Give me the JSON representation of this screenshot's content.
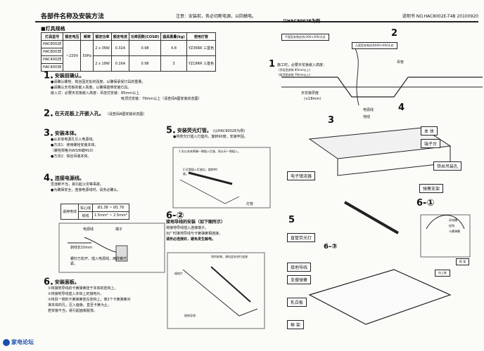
{
  "header": {
    "title": "各部件名称及安装方法",
    "note": "注意：安装前，务必切断电源，以防触电。",
    "doc": "说明书 NO.HAC8002E-T4B 20100920"
  },
  "spec": {
    "heading": "■灯具规格",
    "columns": [
      "灯具型号",
      "额定电压",
      "频率",
      "额定功率",
      "额定电流",
      "功率因数(COSØ)",
      "器具重量(kg)",
      "使用灯管"
    ],
    "rows": [
      [
        "HAC8002E",
        "~220V",
        "50Hz",
        "2 x 36W",
        "0.32A",
        "0.98",
        "4.8",
        "YZ36RR 三基色"
      ],
      [
        "HAC8003E",
        "",
        "",
        "",
        "",
        "",
        "",
        ""
      ],
      [
        "HAC4002E",
        "",
        "",
        "2 x 18W",
        "0.16A",
        "0.98",
        "3",
        "YZ18RR 三基色"
      ],
      [
        "HAC4003E",
        "",
        "",
        "",
        "",
        "",
        "",
        ""
      ]
    ]
  },
  "sections": {
    "s1": {
      "num": "1.",
      "title": "安装前确认。",
      "lines": [
        "●请确认螺栓、铁丝固定处的强度，以确保承受灯具的重量。",
        "●请确认天花板的嵌入高度，以确保能够安装灯具。",
        "嵌入式：必要天花板嵌入高度：吊挂式安装：85mm以上",
        "吸顶式安装：79mm以上（请查阅A图安装状态图）"
      ]
    },
    "s2": {
      "num": "2.",
      "title": "在天花板上开嵌入孔。",
      "note": "（请查阅A图安装状态图）"
    },
    "s3": {
      "num": "3.",
      "title": "安装本体。",
      "lines": [
        "●从本体电源孔引入电源线。",
        "●方法1：使用螺栓安装本体。",
        "（螺栓规格为W3/8或M10）",
        "●方法2：铁丝吊装本体。"
      ]
    },
    "s4": {
      "num": "4.",
      "title": "连接电源线。",
      "lines": [
        "否连断不当，易引起火灾等事故。",
        "●为确保安全，连接电源线时，请务必确认。"
      ]
    },
    "s5": {
      "num": "5.",
      "title": "安装荧光灯管。",
      "sub": "(以HAC8002E为例)",
      "lines": [
        "●将荧光灯插入灯座内，旋转90度，安装牢固。"
      ]
    },
    "s6a": {
      "num": "6-②",
      "title": "接地导线的安装（如下图所示）",
      "lines": [
        "将接地导线插入连接端子。",
        "出厂时接地导线与卡簧弹簧相连接，",
        "请务必连接好，避免发生触电。"
      ]
    },
    "s6": {
      "num": "6.",
      "title": "安装面板。",
      "lines": [
        "①将接地导线的卡簧弹簧挂于本体的挂钩上。",
        "②将接地导线插入本体上的接地片。",
        "③将另一侧的卡簧弹簧挂在挂钩上，使2个卡簧弹簧对",
        "准本体的孔，压入面板。直至卡簧为止，",
        "若安装不当，易引起面板脱落。"
      ]
    }
  },
  "cable_table": {
    "r1": [
      "适用电线",
      "实心线",
      "Ø1.38 ~ Ø1.78"
    ],
    "r2": [
      "",
      "绞线",
      "1.5mm² ~ 2.5mm²"
    ]
  },
  "small_labels": {
    "power_line": "电源线",
    "terminal": "端子",
    "strip_len": "剥线长10mm",
    "screw_note": "螺钉已松开，插入电源线，用改锥拧紧。",
    "step5a": "1.先以本体两端一侧插入灯座，再从另一侧插入。",
    "step5b": "2.灯管插入灯座后，旋转90度。",
    "lamp": "灯管",
    "ground_wire": "接地导线",
    "clip": "卡簧",
    "ground_plate": "接地片",
    "ground_note": "如何安装，请在此处进行连接",
    "ground_line": "接地导线"
  },
  "diagram": {
    "title": "以HAC8002E为例",
    "caption_a": "平面型安装适合(300×300)天花",
    "caption_b": "凸面型安装适合600×600天花",
    "mount_note1": "施工时，必要天花板嵌入高度：",
    "mount_note2": "(吊挂型安装 85mm以上)",
    "mount_note3": "(吸顶型安装 79mm以上)",
    "ceiling_thick": "天花板厚度",
    "ceiling_val": "(≤18mm)",
    "wire": "吊管",
    "power": "电源线",
    "ground": "地线",
    "body": "本 体",
    "terminal_block": "端子台",
    "wire_hook": "铁丝吊装孔",
    "ballast": "电子镇流器",
    "spring": "弹簧支架",
    "tube": "直管荧光灯",
    "ground_lead": "接地导线",
    "support_spring": "支撑弹簧",
    "diffuser": "乳白板",
    "frame": "框 架",
    "hook_ground": "导电槽",
    "hook_a": "挂钩",
    "hook_b": "卡簧弹簧",
    "hook_c": "框 架",
    "hook_d": "向上推",
    "n1": "1",
    "n2": "2",
    "n3": "3",
    "n4": "4",
    "n5": "5",
    "n6": "6-①",
    "n6b": "6-③"
  },
  "watermark": "家电论坛"
}
